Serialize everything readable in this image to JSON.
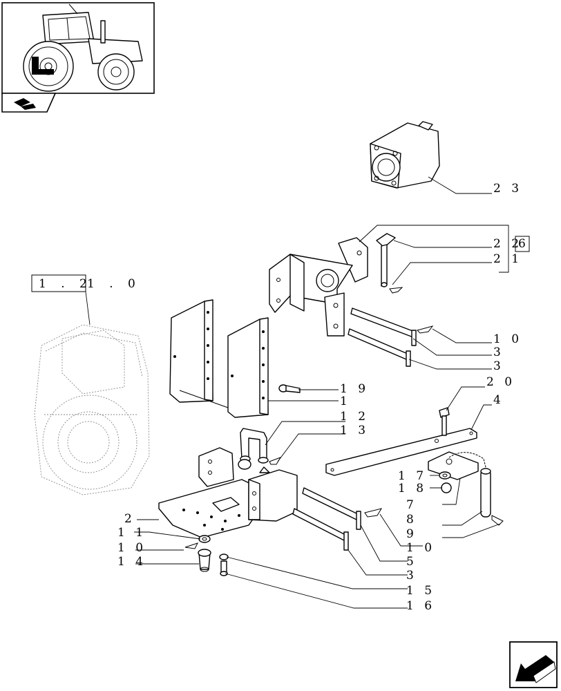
{
  "callouts": {
    "c23": "2 3",
    "c22": "2 2",
    "c6": "6",
    "c21": "2 1",
    "c10a": "1 0",
    "c3a": "3",
    "c3b": "3",
    "c20": "2 0",
    "c19": "1 9",
    "c1": "1",
    "c4": "4",
    "c12": "1 2",
    "c13": "1 3",
    "c17": "1 7",
    "c18": "1 8",
    "c7": "7",
    "c8": "8",
    "c2": "2",
    "c11": "1 1",
    "c9": "9",
    "c10b": "1 0",
    "c10c": "1 0",
    "c5": "5",
    "c14": "1 4",
    "c3c": "3",
    "c15": "1 5",
    "c16": "1 6"
  },
  "reference": {
    "boxed": "1 . 2",
    "rest": "1 . 0"
  },
  "icons": {
    "thumbnail": "tractor-thumbnail-icon",
    "nav_tab": "hitch-nav-icon",
    "next_page": "next-page-arrow-icon"
  }
}
